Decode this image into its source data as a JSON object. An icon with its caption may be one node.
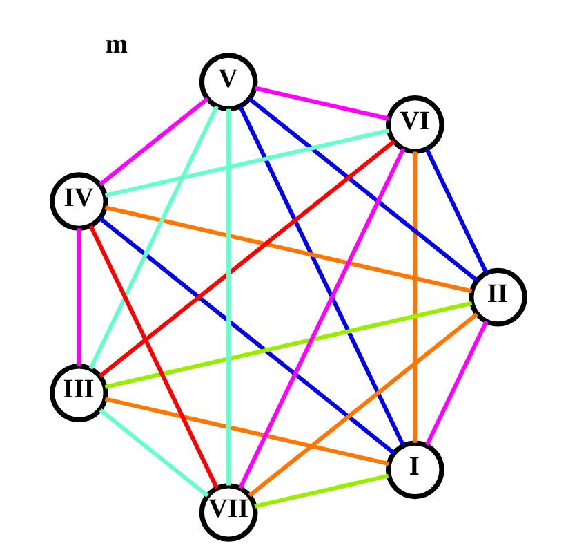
{
  "diagram": {
    "nodes": [
      {
        "text": [
          "I"
        ]
      },
      {
        "text": [
          "II"
        ]
      },
      {
        "text": [
          "III"
        ]
      },
      {
        "text": [
          "IV"
        ]
      },
      {
        "text": [
          "V"
        ]
      },
      {
        "text": [
          "VI"
        ]
      },
      {
        "text": [
          "VII"
        ]
      }
    ],
    "edges": [
      {
        "from": 0,
        "to": 1,
        "arrow": "none",
        "color": "#ff00ff"
      },
      {
        "from": 0,
        "to": 6,
        "arrow": "none",
        "color": "#99ee00"
      },
      {
        "from": 0,
        "to": 2,
        "arrow": "none",
        "color": "#ff7700"
      },
      {
        "from": 0,
        "to": 5,
        "arrow": "none",
        "color": "#ff7700"
      },
      {
        "from": 0,
        "to": 3,
        "arrow": "none",
        "color": "#0000ee"
      },
      {
        "from": 0,
        "to": 4,
        "arrow": "none",
        "color": "#0000ee"
      },
      {
        "from": 1,
        "to": 6,
        "arrow": "none",
        "color": "#ff7700"
      },
      {
        "from": 1,
        "to": 2,
        "arrow": "none",
        "color": "#99ee00"
      },
      {
        "from": 1,
        "to": 3,
        "arrow": "none",
        "color": "#ff7700"
      },
      {
        "from": 1,
        "to": 4,
        "arrow": "none",
        "color": "#0000ee"
      },
      {
        "from": 1,
        "to": 5,
        "arrow": "none",
        "color": "#0000ee"
      },
      {
        "from": 2,
        "to": 6,
        "arrow": "none",
        "color": "#66ffcc"
      },
      {
        "from": 2,
        "to": 5,
        "arrow": "none",
        "color": "#ff0000"
      },
      {
        "from": 2,
        "to": 3,
        "arrow": "none",
        "color": "#ff00ff"
      },
      {
        "from": 2,
        "to": 4,
        "arrow": "none",
        "color": "#66ffcc"
      },
      {
        "from": 3,
        "to": 6,
        "arrow": "none",
        "color": "#ff0000"
      },
      {
        "from": 3,
        "to": 4,
        "arrow": "none",
        "color": "#ff00ff"
      },
      {
        "from": 3,
        "to": 5,
        "arrow": "none",
        "color": "#66ffcc"
      },
      {
        "from": 4,
        "to": 6,
        "arrow": "none",
        "color": "#66ffcc"
      },
      {
        "from": 4,
        "to": 5,
        "arrow": "none",
        "color": "#ff00ff"
      },
      {
        "from": 5,
        "to": 6,
        "arrow": "none",
        "color": "#ff00ff"
      }
    ],
    "labels": [
      "m"
    ]
  }
}
